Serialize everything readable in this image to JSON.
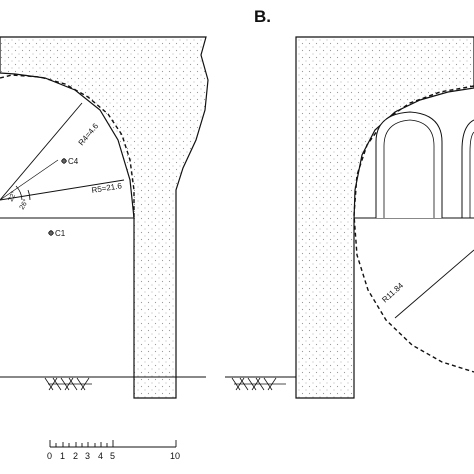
{
  "panel_b_label": "B.",
  "radius_labels": {
    "r4": "R4=4.6",
    "r5": "R5=21.6",
    "r11": "R11.84"
  },
  "angle_labels": {
    "a1": "22°",
    "a2": "26°"
  },
  "centers": {
    "c4": "C4",
    "c1": "C1"
  },
  "scale_bar": {
    "ticks": [
      "0",
      "1",
      "2",
      "3",
      "4",
      "5",
      "10"
    ]
  },
  "colors": {
    "ink": "#111111",
    "fill": "#ffffff",
    "dots": "#9a9a9a"
  }
}
